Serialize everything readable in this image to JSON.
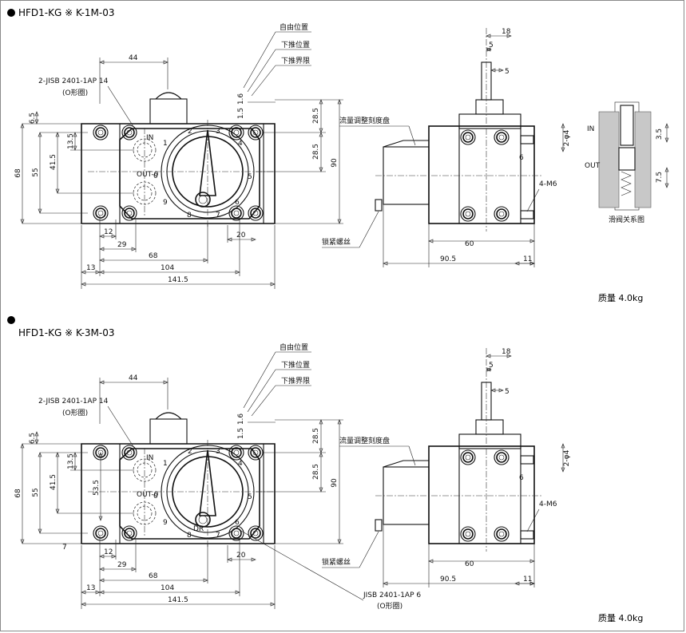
{
  "drawings": [
    {
      "title": "HFD1-KG ※ K-1M-03",
      "mass": "质量 4.0kg",
      "callouts": {
        "free": "自由位置",
        "push": "下推位置",
        "limit": "下推界限",
        "flow": "流量调整刻度盘",
        "lock": "锁紧螺丝",
        "port_std": "2-JISB 2401-1AP 14",
        "port_oring": "(O形圈)",
        "thread": "4-M6",
        "pin": "2-φ4",
        "valve_diagram": "滑阀关系图",
        "in": "IN",
        "out": "OUT",
        "out0": "OUT-0"
      },
      "dims": {
        "d44": "44",
        "d1_6": "1.6",
        "d1_5": "1.5",
        "d28_5": "28.5",
        "d28_5b": "28.5",
        "d90": "90",
        "d6_5": "6.5",
        "d13_5": "13.5",
        "d41_5": "41.5",
        "d55": "55",
        "d68": "68",
        "d12": "12",
        "d29": "29",
        "d68b": "68",
        "d13": "13",
        "d104": "104",
        "d141_5": "141.5",
        "d20": "20",
        "d18": "18",
        "d5a": "5",
        "d5b": "5",
        "d6": "6",
        "d60": "60",
        "d90_5": "90.5",
        "d11": "11",
        "d3_5": "3.5",
        "d7_5": "7.5"
      },
      "dial": [
        "1",
        "2",
        "3",
        "4",
        "5",
        "6",
        "7",
        "8",
        "9",
        "0"
      ]
    },
    {
      "title": "HFD1-KG ※ K-3M-03",
      "mass": "质量 4.0kg",
      "callouts": {
        "free": "自由位置",
        "push": "下推位置",
        "limit": "下推界限",
        "flow": "流量调整刻度盘",
        "lock": "锁紧螺丝",
        "port_std": "2-JISB 2401-1AP 14",
        "port_oring": "(O形圈)",
        "port2_std": "JISB 2401-1AP 6",
        "port2_oring": "(O形圈)",
        "thread": "4-M6",
        "pin": "2-φ4",
        "in": "IN",
        "out0": "OUT-0",
        "dr": "DR"
      },
      "dims": {
        "d44": "44",
        "d1_6": "1.6",
        "d1_5": "1.5",
        "d28_5": "28.5",
        "d28_5b": "28.5",
        "d90": "90",
        "d6_5": "6.5",
        "d13_5": "13.5",
        "d41_5": "41.5",
        "d53_5": "53.5",
        "d55": "55",
        "d68": "68",
        "d7": "7",
        "d12": "12",
        "d29": "29",
        "d68b": "68",
        "d13": "13",
        "d104": "104",
        "d141_5": "141.5",
        "d20": "20",
        "d18": "18",
        "d5a": "5",
        "d5b": "5",
        "d6": "6",
        "d60": "60",
        "d90_5": "90.5",
        "d11": "11"
      },
      "dial": [
        "1",
        "2",
        "3",
        "4",
        "5",
        "6",
        "7",
        "8",
        "9",
        "0"
      ]
    }
  ]
}
